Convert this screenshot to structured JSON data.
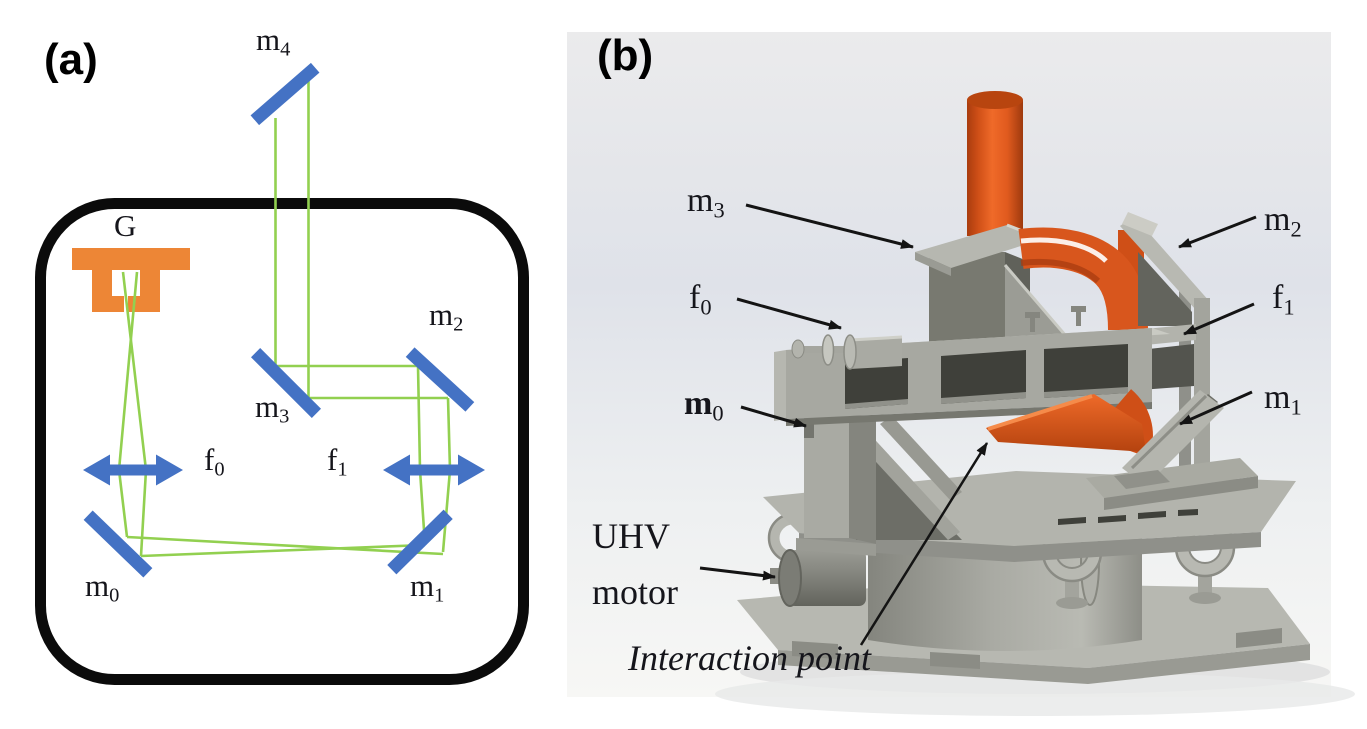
{
  "figure": {
    "panel_a": {
      "tag": "(a)",
      "grating_label": "G",
      "labels": {
        "m4": {
          "base": "m",
          "sub": "4"
        },
        "m3": {
          "base": "m",
          "sub": "3"
        },
        "m2": {
          "base": "m",
          "sub": "2"
        },
        "m1": {
          "base": "m",
          "sub": "1"
        },
        "m0": {
          "base": "m",
          "sub": "0"
        },
        "f0": {
          "base": "f",
          "sub": "0"
        },
        "f1": {
          "base": "f",
          "sub": "1"
        }
      }
    },
    "panel_b": {
      "tag": "(b)",
      "callouts": {
        "m3": {
          "base": "m",
          "sub": "3"
        },
        "m2": {
          "base": "m",
          "sub": "2"
        },
        "f0": {
          "base": "f",
          "sub": "0"
        },
        "f1": {
          "base": "f",
          "sub": "1"
        },
        "m0": {
          "base": "m",
          "sub": "0"
        },
        "m1": {
          "base": "m",
          "sub": "1"
        },
        "uhv_motor_line1": "UHV",
        "uhv_motor_line2": "motor",
        "interaction_point": "Interaction point"
      }
    },
    "colors": {
      "mirror_blue": "#4472C4",
      "beam_green": "#92D050",
      "grating_orange": "#ED8636",
      "chamber_outline": "#0B0B0B",
      "machine_orange": "#DC5A1E",
      "annotation_black": "#141414"
    }
  }
}
